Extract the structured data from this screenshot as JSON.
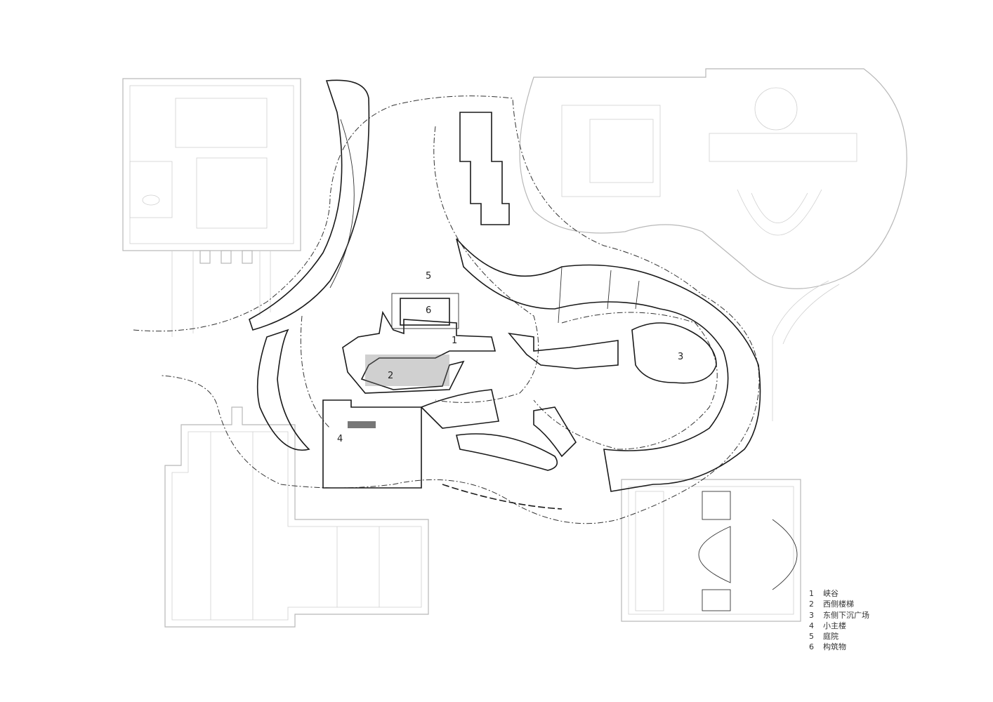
{
  "plan_labels": {
    "canyon": "1",
    "west_stair": "2",
    "east_plaza": "3",
    "small_main_building": "4",
    "courtyard": "5",
    "structure": "6"
  },
  "legend": [
    {
      "number": "1",
      "label": "峡谷"
    },
    {
      "number": "2",
      "label": "西侧楼梯"
    },
    {
      "number": "3",
      "label": "东侧下沉广场"
    },
    {
      "number": "4",
      "label": "小主楼"
    },
    {
      "number": "5",
      "label": "庭院"
    },
    {
      "number": "6",
      "label": "构筑物"
    }
  ]
}
